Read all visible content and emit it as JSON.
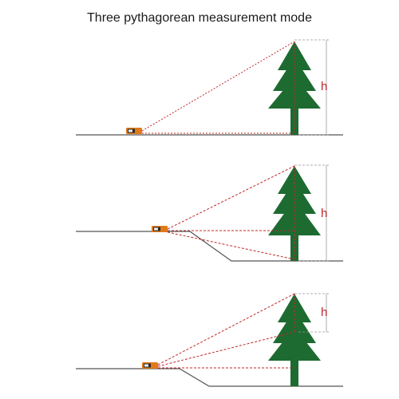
{
  "title": "Three pythagorean measurement mode",
  "height_label": "h",
  "colors": {
    "tree": "#1d6b31",
    "laser": "#c0282a",
    "dimension": "#999999",
    "ground": "#555555",
    "device_body": "#e07a1a",
    "device_screen": "#2a2a2a"
  },
  "panels": [
    {
      "mode": 1,
      "label": "h"
    },
    {
      "mode": 2,
      "label": "h"
    },
    {
      "mode": 3,
      "label": "h"
    }
  ]
}
